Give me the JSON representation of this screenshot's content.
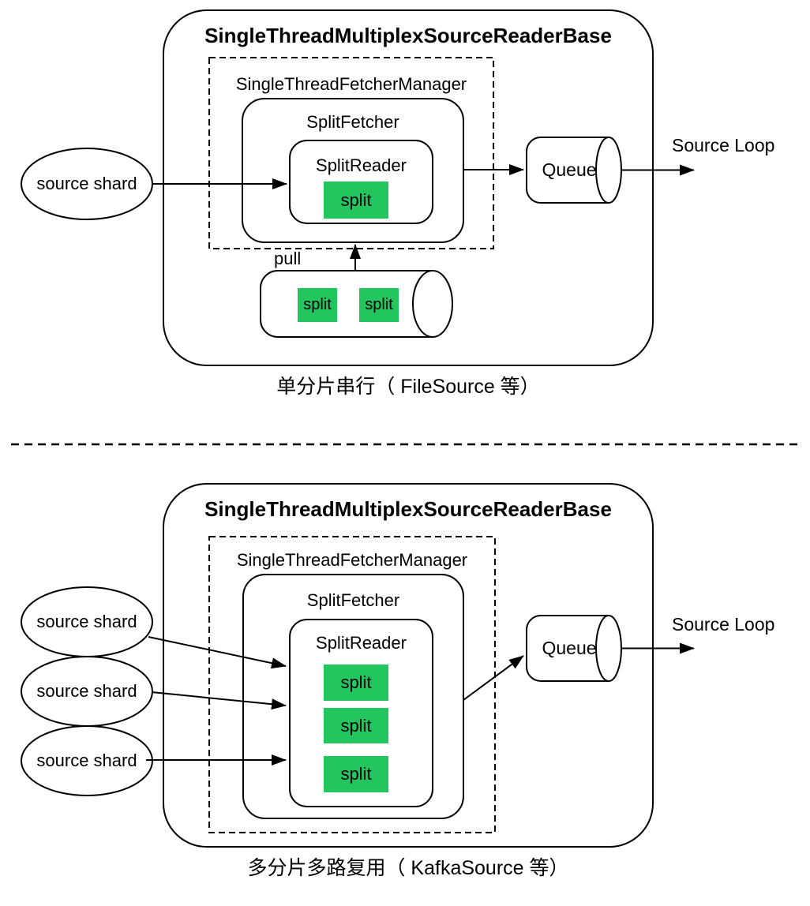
{
  "colors": {
    "background": "#ffffff",
    "stroke": "#000000",
    "split_fill": "#22c55e",
    "split_text": "#000000"
  },
  "top": {
    "title": "SingleThreadMultiplexSourceReaderBase",
    "fetcher_manager": "SingleThreadFetcherManager",
    "split_fetcher": "SplitFetcher",
    "split_reader": "SplitReader",
    "reader_splits": [
      "split"
    ],
    "shards": [
      "source shard"
    ],
    "queue": "Queue",
    "source_loop": "Source Loop",
    "pull": "pull",
    "buffer_splits": [
      "split",
      "split"
    ],
    "caption": "单分片串行（ FileSource 等）"
  },
  "bottom": {
    "title": "SingleThreadMultiplexSourceReaderBase",
    "fetcher_manager": "SingleThreadFetcherManager",
    "split_fetcher": "SplitFetcher",
    "split_reader": "SplitReader",
    "reader_splits": [
      "split",
      "split",
      "split"
    ],
    "shards": [
      "source shard",
      "source shard",
      "source shard"
    ],
    "queue": "Queue",
    "source_loop": "Source Loop",
    "caption": "多分片多路复用（ KafkaSource 等）"
  }
}
